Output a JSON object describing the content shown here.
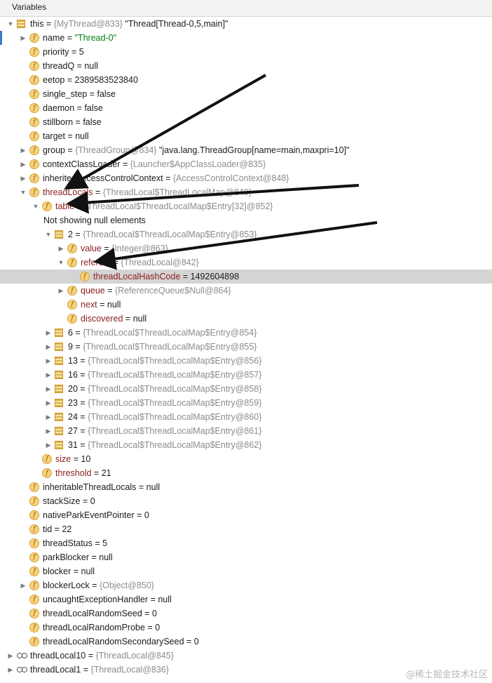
{
  "header": {
    "title": "Variables"
  },
  "rows": [
    {
      "depth": 0,
      "toggle": "open",
      "icon": "array",
      "name": "this",
      "op": " = ",
      "ref": "{MyThread@833}",
      "tail": " \"Thread[Thread-0,5,main]\""
    },
    {
      "depth": 1,
      "toggle": "closed",
      "icon": "field",
      "name": "name",
      "op": " = ",
      "str": "\"Thread-0\""
    },
    {
      "depth": 1,
      "toggle": "",
      "icon": "field",
      "name": "priority",
      "op": " = ",
      "val": "5"
    },
    {
      "depth": 1,
      "toggle": "",
      "icon": "field",
      "name": "threadQ",
      "op": " = ",
      "val": "null"
    },
    {
      "depth": 1,
      "toggle": "",
      "icon": "field",
      "name": "eetop",
      "op": " = ",
      "val": "2389583523840"
    },
    {
      "depth": 1,
      "toggle": "",
      "icon": "field",
      "name": "single_step",
      "op": " = ",
      "val": "false"
    },
    {
      "depth": 1,
      "toggle": "",
      "icon": "field",
      "name": "daemon",
      "op": " = ",
      "val": "false"
    },
    {
      "depth": 1,
      "toggle": "",
      "icon": "field",
      "name": "stillborn",
      "op": " = ",
      "val": "false"
    },
    {
      "depth": 1,
      "toggle": "",
      "icon": "field",
      "name": "target",
      "op": " = ",
      "val": "null"
    },
    {
      "depth": 1,
      "toggle": "closed",
      "icon": "field",
      "name": "group",
      "op": " = ",
      "ref": "{ThreadGroup@834}",
      "tail": " \"java.lang.ThreadGroup[name=main,maxpri=10]\""
    },
    {
      "depth": 1,
      "toggle": "closed",
      "icon": "field",
      "name": "contextClassLoader",
      "op": " = ",
      "ref": "{Launcher$AppClassLoader@835}"
    },
    {
      "depth": 1,
      "toggle": "closed",
      "icon": "field",
      "name": "inheritedAccessControlContext",
      "op": " = ",
      "ref": "{AccessControlContext@848}"
    },
    {
      "depth": 1,
      "toggle": "open",
      "icon": "field",
      "name": "threadLocals",
      "op": " = ",
      "ref": "{ThreadLocal$ThreadLocalMap@849}",
      "hl": true
    },
    {
      "depth": 2,
      "toggle": "open",
      "icon": "field",
      "name": "table",
      "op": " = ",
      "ref": "{ThreadLocal$ThreadLocalMap$Entry[32]@852}",
      "hl": true
    },
    {
      "depth": 2,
      "toggle": "",
      "icon": "none",
      "name": "Not showing null elements",
      "op": ""
    },
    {
      "depth": 3,
      "toggle": "open",
      "icon": "array",
      "name": "2",
      "op": " = ",
      "ref": "{ThreadLocal$ThreadLocalMap$Entry@853}"
    },
    {
      "depth": 4,
      "toggle": "closed",
      "icon": "field",
      "name": "value",
      "op": " = ",
      "ref": "{Integer@863}",
      "hl": true
    },
    {
      "depth": 4,
      "toggle": "open",
      "icon": "field",
      "name": "referent",
      "op": " = ",
      "ref": "{ThreadLocal@842}",
      "hl": true
    },
    {
      "depth": 5,
      "toggle": "",
      "icon": "field",
      "name": "threadLocalHashCode",
      "op": " = ",
      "val": "1492604898",
      "hl": true,
      "selected": true
    },
    {
      "depth": 4,
      "toggle": "closed",
      "icon": "field",
      "name": "queue",
      "op": " = ",
      "ref": "{ReferenceQueue$Null@864}",
      "hl": true
    },
    {
      "depth": 4,
      "toggle": "",
      "icon": "field",
      "name": "next",
      "op": " = ",
      "val": "null",
      "hl": true
    },
    {
      "depth": 4,
      "toggle": "",
      "icon": "field",
      "name": "discovered",
      "op": " = ",
      "val": "null",
      "hl": true
    },
    {
      "depth": 3,
      "toggle": "closed",
      "icon": "array",
      "name": "6",
      "op": " = ",
      "ref": "{ThreadLocal$ThreadLocalMap$Entry@854}"
    },
    {
      "depth": 3,
      "toggle": "closed",
      "icon": "array",
      "name": "9",
      "op": " = ",
      "ref": "{ThreadLocal$ThreadLocalMap$Entry@855}"
    },
    {
      "depth": 3,
      "toggle": "closed",
      "icon": "array",
      "name": "13",
      "op": " = ",
      "ref": "{ThreadLocal$ThreadLocalMap$Entry@856}"
    },
    {
      "depth": 3,
      "toggle": "closed",
      "icon": "array",
      "name": "16",
      "op": " = ",
      "ref": "{ThreadLocal$ThreadLocalMap$Entry@857}"
    },
    {
      "depth": 3,
      "toggle": "closed",
      "icon": "array",
      "name": "20",
      "op": " = ",
      "ref": "{ThreadLocal$ThreadLocalMap$Entry@858}"
    },
    {
      "depth": 3,
      "toggle": "closed",
      "icon": "array",
      "name": "23",
      "op": " = ",
      "ref": "{ThreadLocal$ThreadLocalMap$Entry@859}"
    },
    {
      "depth": 3,
      "toggle": "closed",
      "icon": "array",
      "name": "24",
      "op": " = ",
      "ref": "{ThreadLocal$ThreadLocalMap$Entry@860}"
    },
    {
      "depth": 3,
      "toggle": "closed",
      "icon": "array",
      "name": "27",
      "op": " = ",
      "ref": "{ThreadLocal$ThreadLocalMap$Entry@861}"
    },
    {
      "depth": 3,
      "toggle": "closed",
      "icon": "array",
      "name": "31",
      "op": " = ",
      "ref": "{ThreadLocal$ThreadLocalMap$Entry@862}"
    },
    {
      "depth": 2,
      "toggle": "",
      "icon": "field",
      "name": "size",
      "op": " = ",
      "val": "10",
      "hl": true
    },
    {
      "depth": 2,
      "toggle": "",
      "icon": "field",
      "name": "threshold",
      "op": " = ",
      "val": "21",
      "hl": true
    },
    {
      "depth": 1,
      "toggle": "",
      "icon": "field",
      "name": "inheritableThreadLocals",
      "op": " = ",
      "val": "null"
    },
    {
      "depth": 1,
      "toggle": "",
      "icon": "field",
      "name": "stackSize",
      "op": " = ",
      "val": "0"
    },
    {
      "depth": 1,
      "toggle": "",
      "icon": "field",
      "name": "nativeParkEventPointer",
      "op": " = ",
      "val": "0"
    },
    {
      "depth": 1,
      "toggle": "",
      "icon": "field",
      "name": "tid",
      "op": " = ",
      "val": "22"
    },
    {
      "depth": 1,
      "toggle": "",
      "icon": "field",
      "name": "threadStatus",
      "op": " = ",
      "val": "5"
    },
    {
      "depth": 1,
      "toggle": "",
      "icon": "field",
      "name": "parkBlocker",
      "op": " = ",
      "val": "null"
    },
    {
      "depth": 1,
      "toggle": "",
      "icon": "field",
      "name": "blocker",
      "op": " = ",
      "val": "null"
    },
    {
      "depth": 1,
      "toggle": "closed",
      "icon": "field",
      "name": "blockerLock",
      "op": " = ",
      "ref": "{Object@850}"
    },
    {
      "depth": 1,
      "toggle": "",
      "icon": "field",
      "name": "uncaughtExceptionHandler",
      "op": " = ",
      "val": "null"
    },
    {
      "depth": 1,
      "toggle": "",
      "icon": "field",
      "name": "threadLocalRandomSeed",
      "op": " = ",
      "val": "0"
    },
    {
      "depth": 1,
      "toggle": "",
      "icon": "field",
      "name": "threadLocalRandomProbe",
      "op": " = ",
      "val": "0"
    },
    {
      "depth": 1,
      "toggle": "",
      "icon": "field",
      "name": "threadLocalRandomSecondarySeed",
      "op": " = ",
      "val": "0"
    },
    {
      "depth": 0,
      "toggle": "closed",
      "icon": "watch",
      "name": "threadLocal10",
      "op": " = ",
      "ref": "{ThreadLocal@845}"
    },
    {
      "depth": 0,
      "toggle": "closed",
      "icon": "watch",
      "name": "threadLocal1",
      "op": " = ",
      "ref": "{ThreadLocal@836}"
    }
  ],
  "watermark": "@稀土掘金技术社区"
}
